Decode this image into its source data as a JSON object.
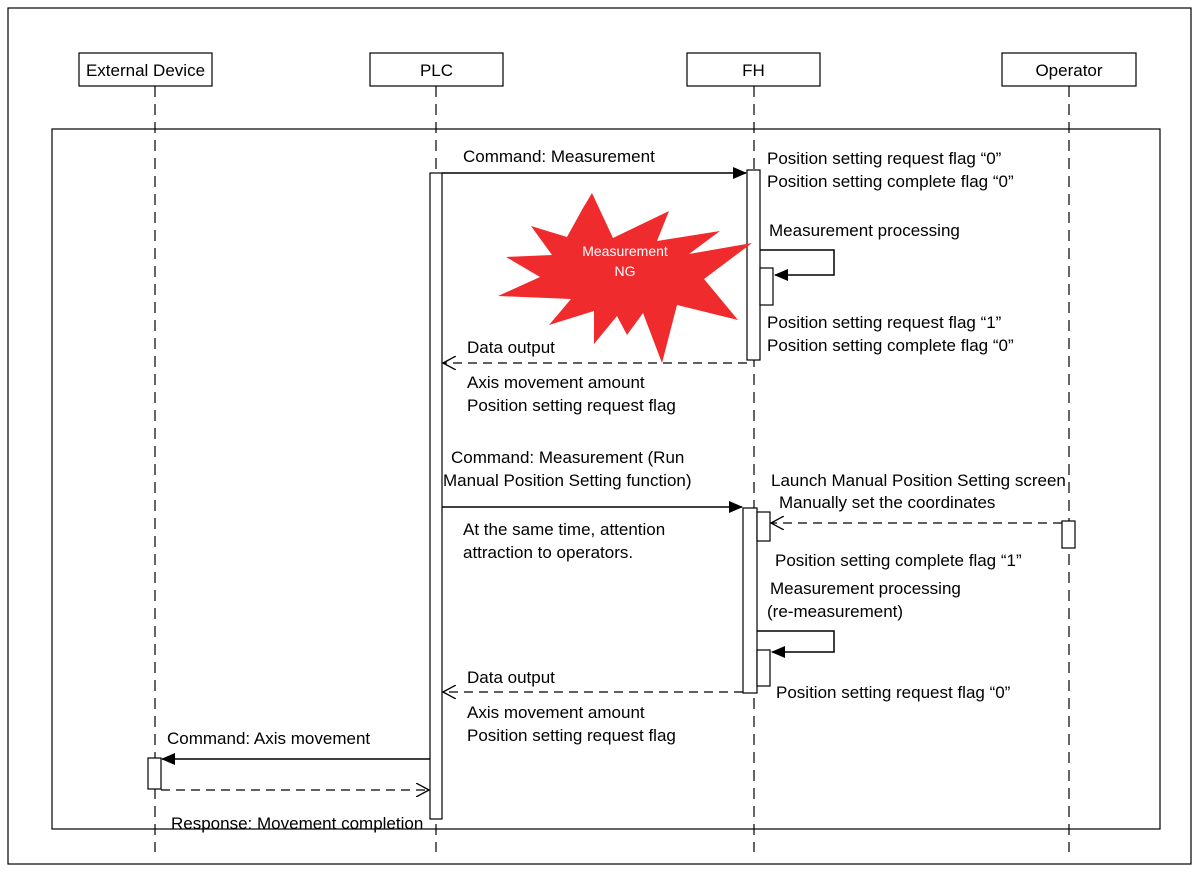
{
  "participants": [
    {
      "id": "external",
      "label": "External Device"
    },
    {
      "id": "plc",
      "label": "PLC"
    },
    {
      "id": "fh",
      "label": "FH"
    },
    {
      "id": "operator",
      "label": "Operator"
    }
  ],
  "messages": {
    "cmd_measurement": "Command: Measurement",
    "fh_flags_reset_1": "Position setting request flag “0”",
    "fh_flags_reset_2": "Position setting complete flag “0”",
    "measurement_processing": "Measurement processing",
    "burst_line1": "Measurement",
    "burst_line2": "NG",
    "fh_flags_after_ng_1": "Position setting request flag “1”",
    "fh_flags_after_ng_2": "Position setting complete flag “0”",
    "data_output_1": "Data output",
    "data_output_1_detail_1": "Axis movement amount",
    "data_output_1_detail_2": "Position setting request flag",
    "cmd_measurement_run_1": "Command: Measurement (Run",
    "cmd_measurement_run_2": "Manual Position Setting function)",
    "attention_1": "At the same time, attention",
    "attention_2": "attraction to operators.",
    "launch_screen": "Launch Manual Position Setting screen",
    "manual_set": "Manually set the coordinates",
    "complete_flag_1": "Position setting complete flag “1”",
    "remeasure_1": "Measurement processing",
    "remeasure_2": "(re-measurement)",
    "request_flag_0": "Position setting request flag “0”",
    "data_output_2": "Data output",
    "data_output_2_detail_1": "Axis movement amount",
    "data_output_2_detail_2": "Position setting request flag",
    "cmd_axis_movement": "Command: Axis movement",
    "response_completion": "Response: Movement completion"
  },
  "colors": {
    "line": "#000000",
    "burst_fill": "#ef2b2d",
    "burst_text": "#ffffff"
  }
}
